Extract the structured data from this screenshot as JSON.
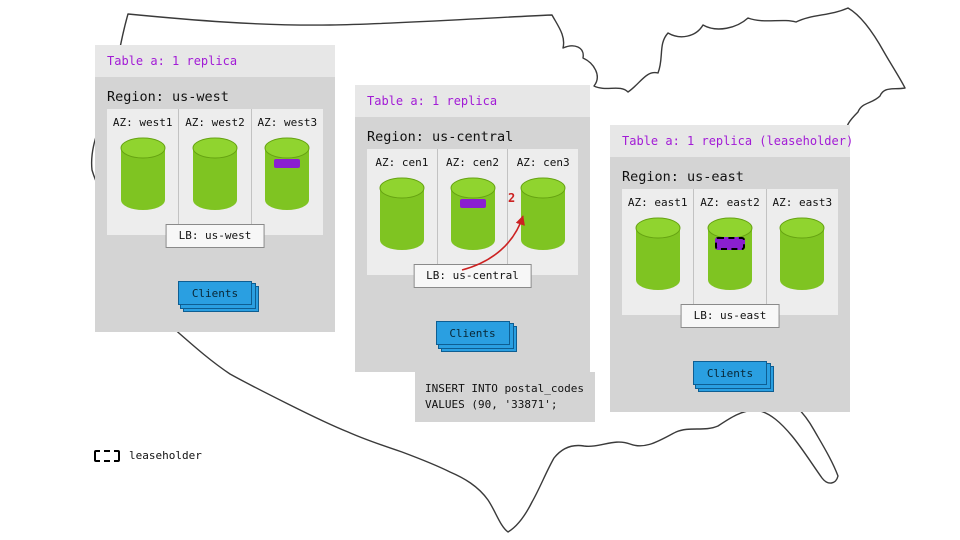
{
  "colors": {
    "header_text": "#a21bd6",
    "range_purple": "#8a1fd0",
    "cylinder_green": "#7fc422",
    "cylinder_green_top": "#90d42f",
    "cylinder_stroke": "#66a312",
    "clients_blue": "#2a9fe1",
    "clients_blue_dark": "#0e5e92",
    "arrow_red": "#cc2222"
  },
  "panels": [
    {
      "header": "Table a: 1 replica",
      "region": "Region: us-west",
      "azs": [
        {
          "label": "AZ: west1",
          "range": false,
          "leaseholder": false
        },
        {
          "label": "AZ: west2",
          "range": false,
          "leaseholder": false
        },
        {
          "label": "AZ: west3",
          "range": true,
          "leaseholder": false
        }
      ],
      "lb_label": "LB: us-west",
      "clients_label": "Clients"
    },
    {
      "header": "Table a: 1 replica",
      "region": "Region: us-central",
      "azs": [
        {
          "label": "AZ: cen1",
          "range": false,
          "leaseholder": false
        },
        {
          "label": "AZ: cen2",
          "range": true,
          "leaseholder": false
        },
        {
          "label": "AZ: cen3",
          "range": false,
          "leaseholder": false
        }
      ],
      "lb_label": "LB: us-central",
      "clients_label": "Clients"
    },
    {
      "header": "Table a: 1 replica (leaseholder)",
      "region": "Region: us-east",
      "azs": [
        {
          "label": "AZ: east1",
          "range": false,
          "leaseholder": false
        },
        {
          "label": "AZ: east2",
          "range": true,
          "leaseholder": true
        },
        {
          "label": "AZ: east3",
          "range": false,
          "leaseholder": false
        }
      ],
      "lb_label": "LB: us-east",
      "clients_label": "Clients"
    }
  ],
  "sql": {
    "line1": "INSERT INTO postal_codes",
    "line2": "VALUES (90, '33871';"
  },
  "arrow": {
    "label": "2"
  },
  "legend": {
    "label": "leaseholder"
  }
}
